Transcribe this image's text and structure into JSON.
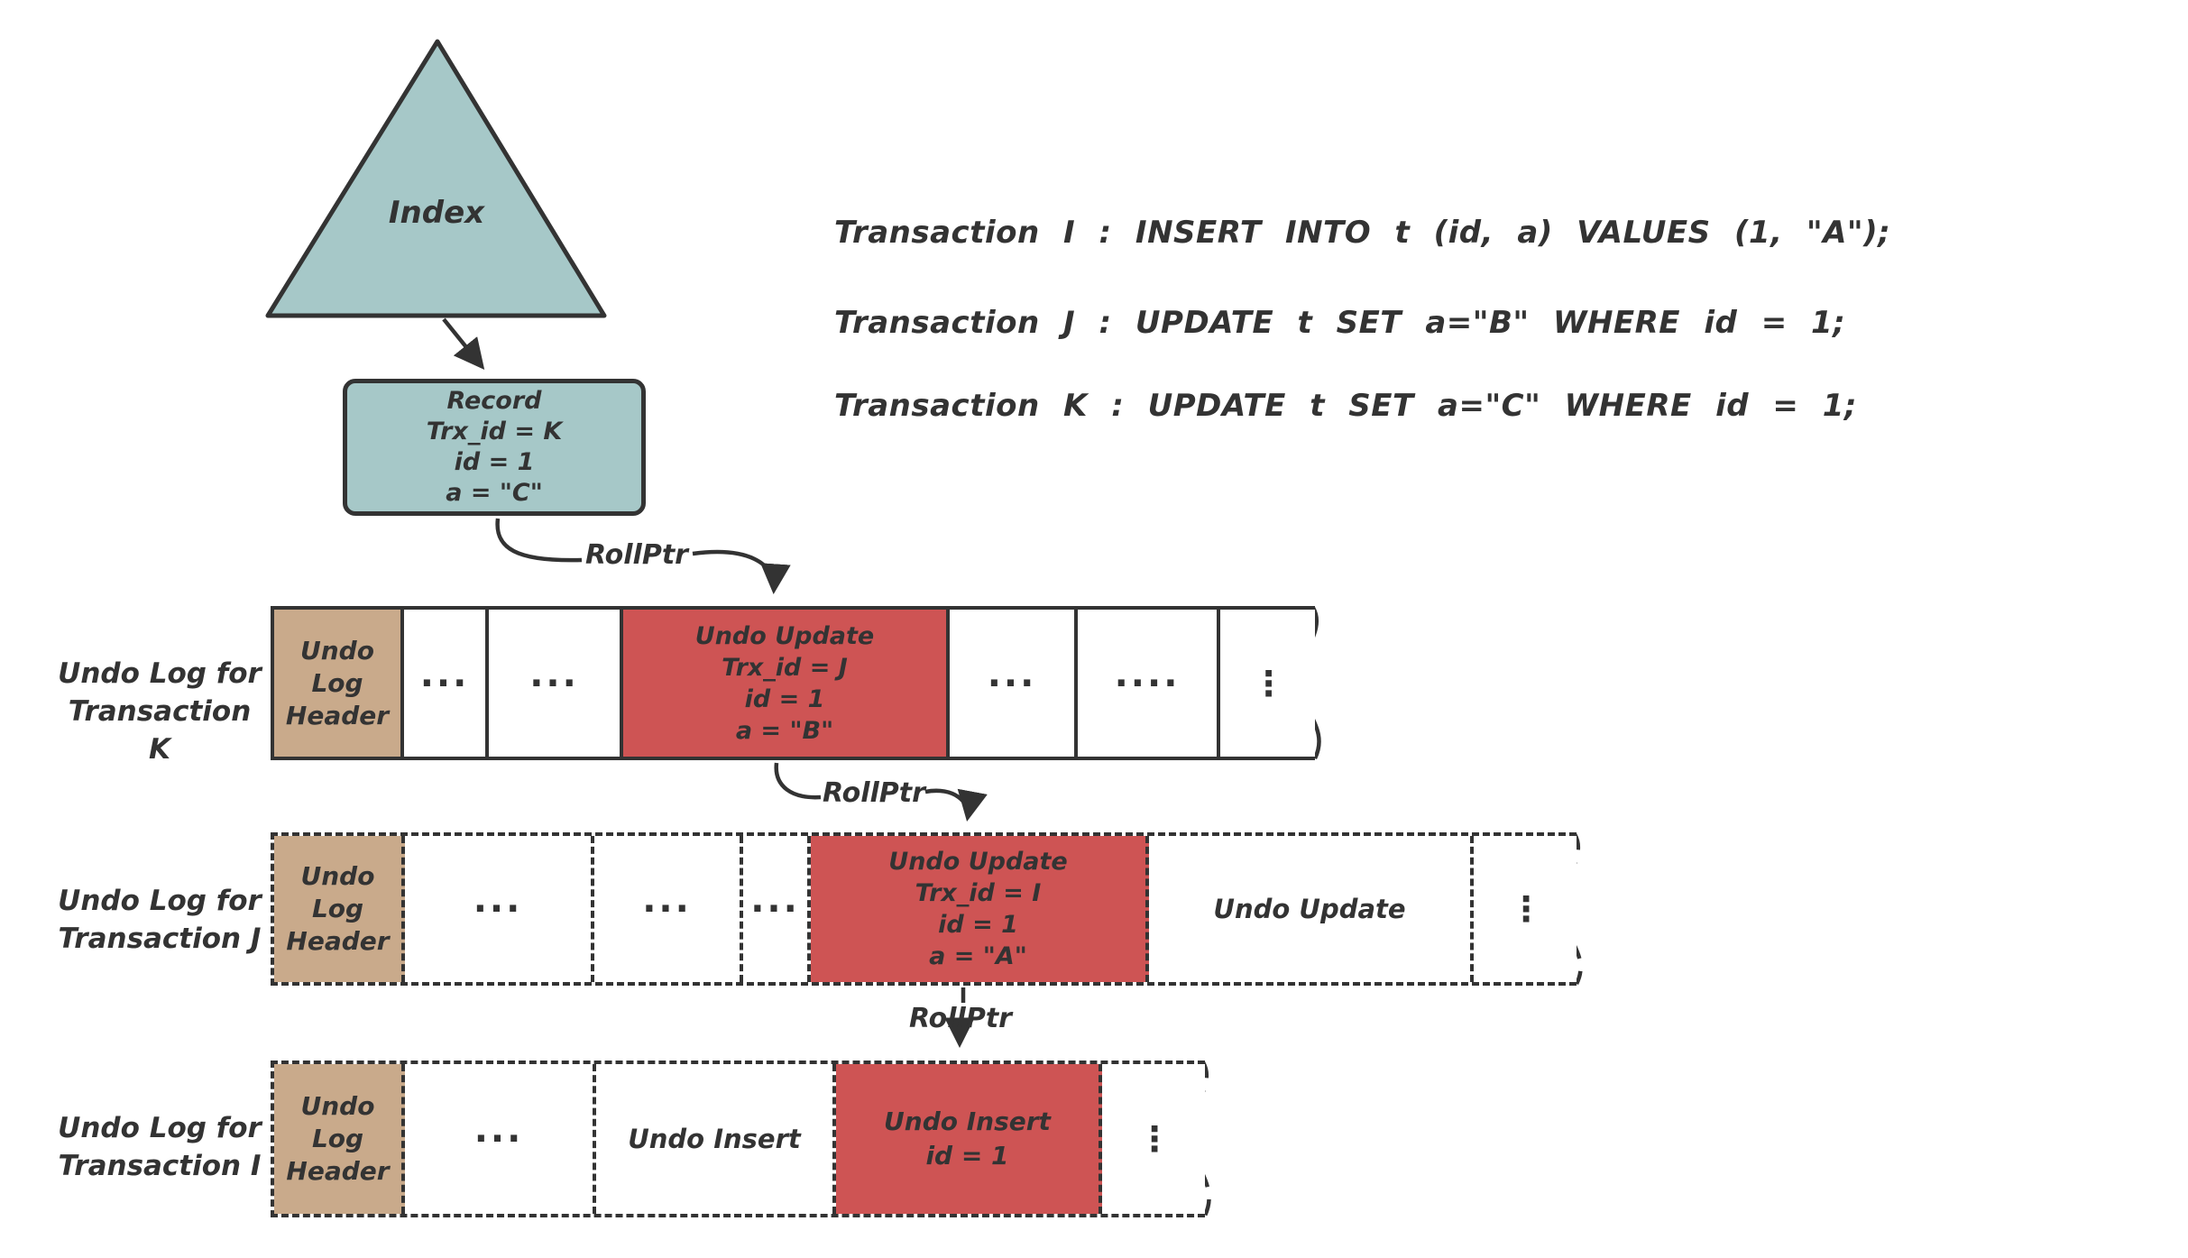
{
  "colors": {
    "teal": "#a6c8c8",
    "tan": "#c9aa8b",
    "red": "#ce5454",
    "stroke": "#333333",
    "text": "#333333"
  },
  "index_label": "Index",
  "record": {
    "lines": [
      "Record",
      "Trx_id = K",
      "id = 1",
      "a = \"C\""
    ]
  },
  "transactions": [
    "Transaction I : INSERT INTO t (id, a) VALUES (1, \"A\");",
    "Transaction J : UPDATE t SET a=\"B\" WHERE id = 1;",
    "Transaction K : UPDATE t SET a=\"C\" WHERE id = 1;"
  ],
  "rollptr": "RollPtr",
  "strips": [
    {
      "label_lines": [
        "Undo Log for",
        "Transaction K"
      ],
      "cells": {
        "header_lines": [
          "Undo Log",
          "Header"
        ],
        "dots1": "...",
        "dots2": "...",
        "red_lines": [
          "Undo Update",
          "Trx_id = J",
          "id = 1",
          "a = \"B\""
        ],
        "dots3": "...",
        "dots4": "....",
        "torn_dots": "⋮"
      }
    },
    {
      "label_lines": [
        "Undo Log for",
        "Transaction J"
      ],
      "cells": {
        "header_lines": [
          "Undo Log",
          "Header"
        ],
        "dots1": "...",
        "dots2": "...",
        "dots3": "...",
        "red_lines": [
          "Undo Update",
          "Trx_id = I",
          "id = 1",
          "a = \"A\""
        ],
        "plain": "Undo Update",
        "torn_dots": "⋮"
      }
    },
    {
      "label_lines": [
        "Undo Log for",
        "Transaction I"
      ],
      "cells": {
        "header_lines": [
          "Undo Log",
          "Header"
        ],
        "dots1": "...",
        "plain": "Undo Insert",
        "red_lines": [
          "Undo Insert",
          "id = 1"
        ],
        "torn_dots": "⋮"
      }
    }
  ]
}
